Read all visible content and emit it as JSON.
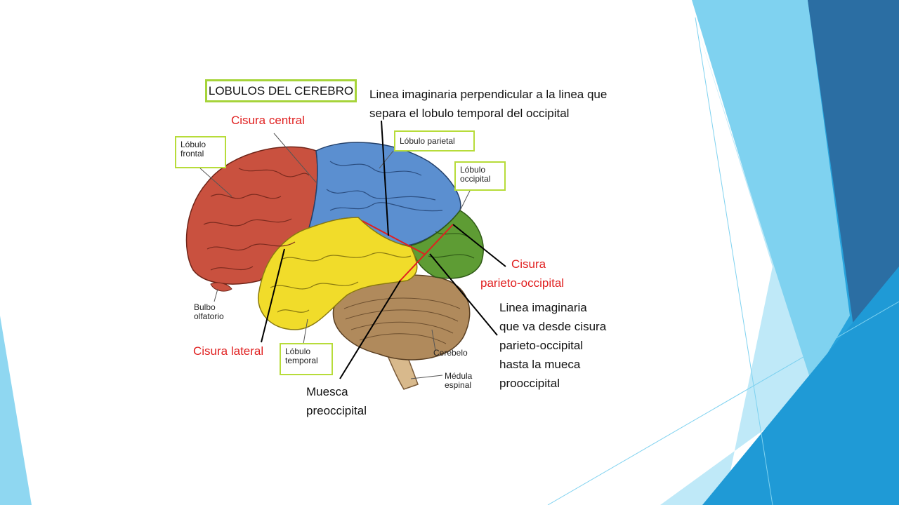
{
  "slide": {
    "title": "LOBULOS DEL CEREBRO"
  },
  "labels": {
    "frontal": "Lóbulo frontal",
    "parietal": "Lóbulo parietal",
    "occipital": "Lóbulo occipital",
    "temporal": "Lóbulo temporal",
    "bulbo": "Bulbo olfatorio",
    "cerebelo": "Cerebelo",
    "medula": "Médula espinal"
  },
  "red_labels": {
    "cisura_central": "Cisura central",
    "cisura_lateral": "Cisura lateral",
    "cisura_po_line1": "Cisura",
    "cisura_po_line2": "parieto-occipital"
  },
  "notes": {
    "perpendicular": "Linea imaginaria perpendicular a la linea que\nsepara el lobulo temporal del occipital",
    "imaginaria": "Linea imaginaria\nque va desde cisura\nparieto-occipital\nhasta la mueca\nprooccipital",
    "muesca": "Muesca\npreoccipital"
  },
  "colors": {
    "frontal": "#c9513f",
    "parietal": "#5b8fd0",
    "temporal": "#f1dc2a",
    "occipital": "#5e9c34",
    "cerebelo": "#b08a5c",
    "label_border": "#b7dc3a",
    "red_text": "#e02020",
    "deco_dark": "#2b6ea3",
    "deco_mid": "#27a3dc",
    "deco_light": "#7fd2f0"
  }
}
